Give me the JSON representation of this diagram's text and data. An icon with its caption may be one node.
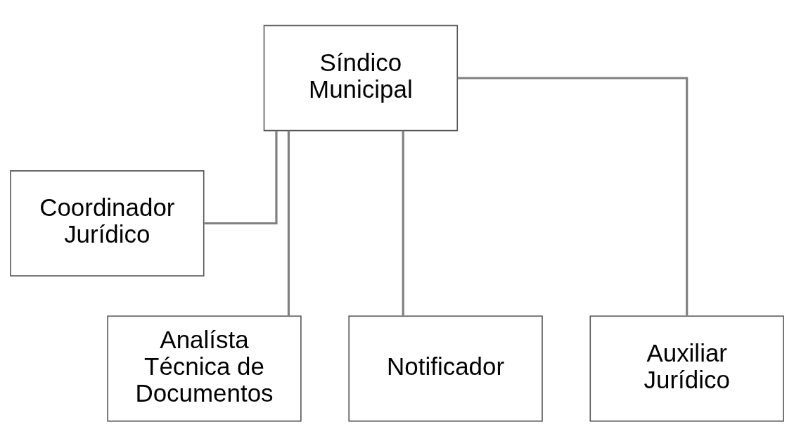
{
  "diagram": {
    "nodes": [
      {
        "text": [
          "Síndico Municipal"
        ]
      },
      {
        "text": [
          "Coordinador Jurídico"
        ]
      },
      {
        "text": [
          "Analísta Técnica de Documentos"
        ]
      },
      {
        "text": [
          "Notificador"
        ]
      },
      {
        "text": [
          "Auxiliar Jurídico"
        ]
      }
    ],
    "edges": [
      {
        "from": 0,
        "to": 1,
        "arrow": "none"
      },
      {
        "from": 0,
        "to": 2,
        "arrow": "none"
      },
      {
        "from": 0,
        "to": 3,
        "arrow": "none"
      },
      {
        "from": 0,
        "to": 4,
        "arrow": "none"
      }
    ]
  }
}
